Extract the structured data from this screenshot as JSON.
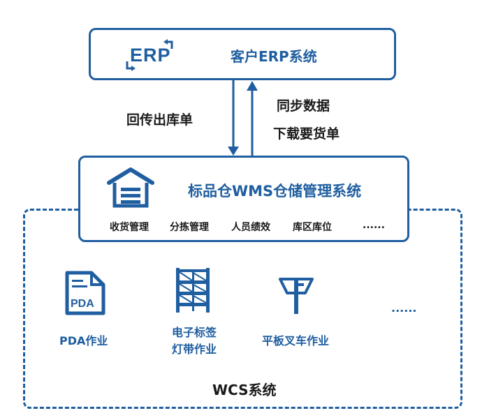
{
  "erp": {
    "logo_text": "ERP",
    "title": "客户ERP系统"
  },
  "arrows": {
    "down_label": "回传出库单",
    "up_label_1": "同步数据",
    "up_label_2": "下载要货单"
  },
  "wms": {
    "title": "标品仓WMS仓储管理系统",
    "modules": [
      "收货管理",
      "分拣管理",
      "人员绩效",
      "库区库位",
      "......"
    ]
  },
  "wcs": {
    "title": "WCS系统",
    "pda_icon_text": "PDA",
    "items": [
      {
        "label": "PDA作业"
      },
      {
        "label_1": "电子标签",
        "label_2": "灯带作业"
      },
      {
        "label": "平板叉车作业"
      },
      {
        "label": "......"
      }
    ]
  },
  "colors": {
    "primary": "#1f5ea0",
    "text": "#1a1a1a"
  }
}
